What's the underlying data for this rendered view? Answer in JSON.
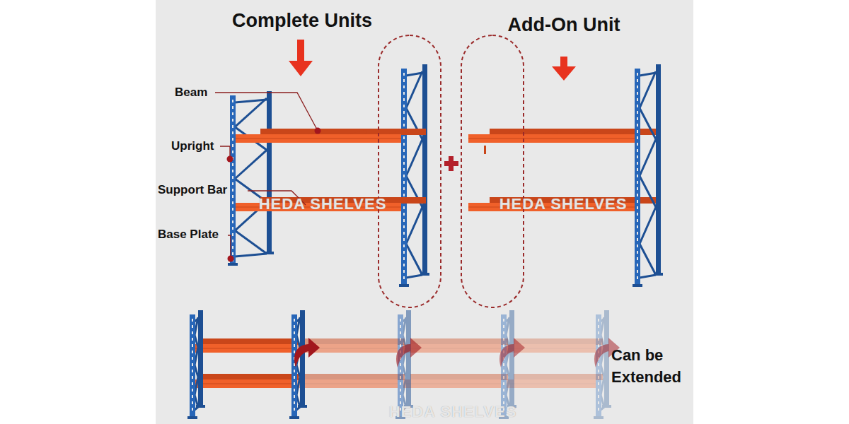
{
  "diagram": {
    "labels": [
      "Complete Units",
      "Add-On Unit",
      "Beam",
      "Upright",
      "Support Bar",
      "Base Plate",
      "HEDA SHELVES",
      "HEDA SHELVES",
      "HEDA SHELVES",
      "Can be Extended"
    ]
  }
}
